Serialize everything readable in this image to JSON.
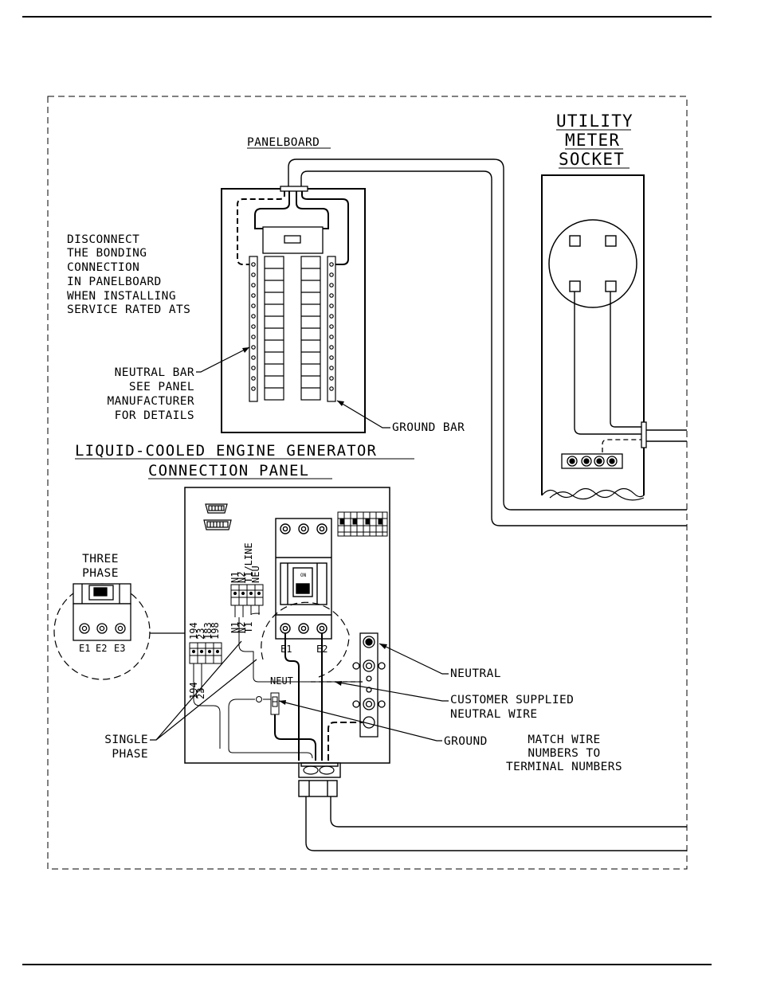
{
  "labels": {
    "panelboard": "PANELBOARD",
    "utility_line1": "UTILITY",
    "utility_line2": "METER",
    "utility_line3": "SOCKET",
    "disconnect": [
      "DISCONNECT",
      "THE BONDING",
      "CONNECTION",
      "IN PANELBOARD",
      "WHEN INSTALLING",
      "SERVICE RATED ATS"
    ],
    "neutral_bar": [
      "NEUTRAL BAR",
      "SEE PANEL",
      "MANUFACTURER",
      "FOR DETAILS"
    ],
    "ground_bar": "GROUND BAR",
    "gen_title_line1": "LIQUID-COOLED ENGINE GENERATOR",
    "gen_title_line2": "CONNECTION PANEL",
    "three_phase": [
      "THREE",
      "PHASE"
    ],
    "e_terminals": [
      "E1",
      "E2",
      "E3"
    ],
    "e1": "E1",
    "e2": "E2",
    "neut": "NEUT",
    "neutral": "NEUTRAL",
    "customer_neutral": [
      "CUSTOMER SUPPLIED",
      "NEUTRAL WIRE"
    ],
    "ground": "GROUND",
    "match_wire": [
      "MATCH WIRE",
      "NUMBERS TO",
      "TERMINAL NUMBERS"
    ],
    "single_phase": [
      "SINGLE",
      "PHASE"
    ],
    "tb_top": [
      "N1",
      "N2",
      "T1/LINE",
      "NEU"
    ],
    "tb_mid": [
      "194",
      "23",
      "183",
      "198"
    ],
    "tb_mid2": [
      "N1",
      "N2",
      "T1"
    ],
    "tb_bot": [
      "194",
      "23"
    ],
    "switch_on": "ON"
  }
}
